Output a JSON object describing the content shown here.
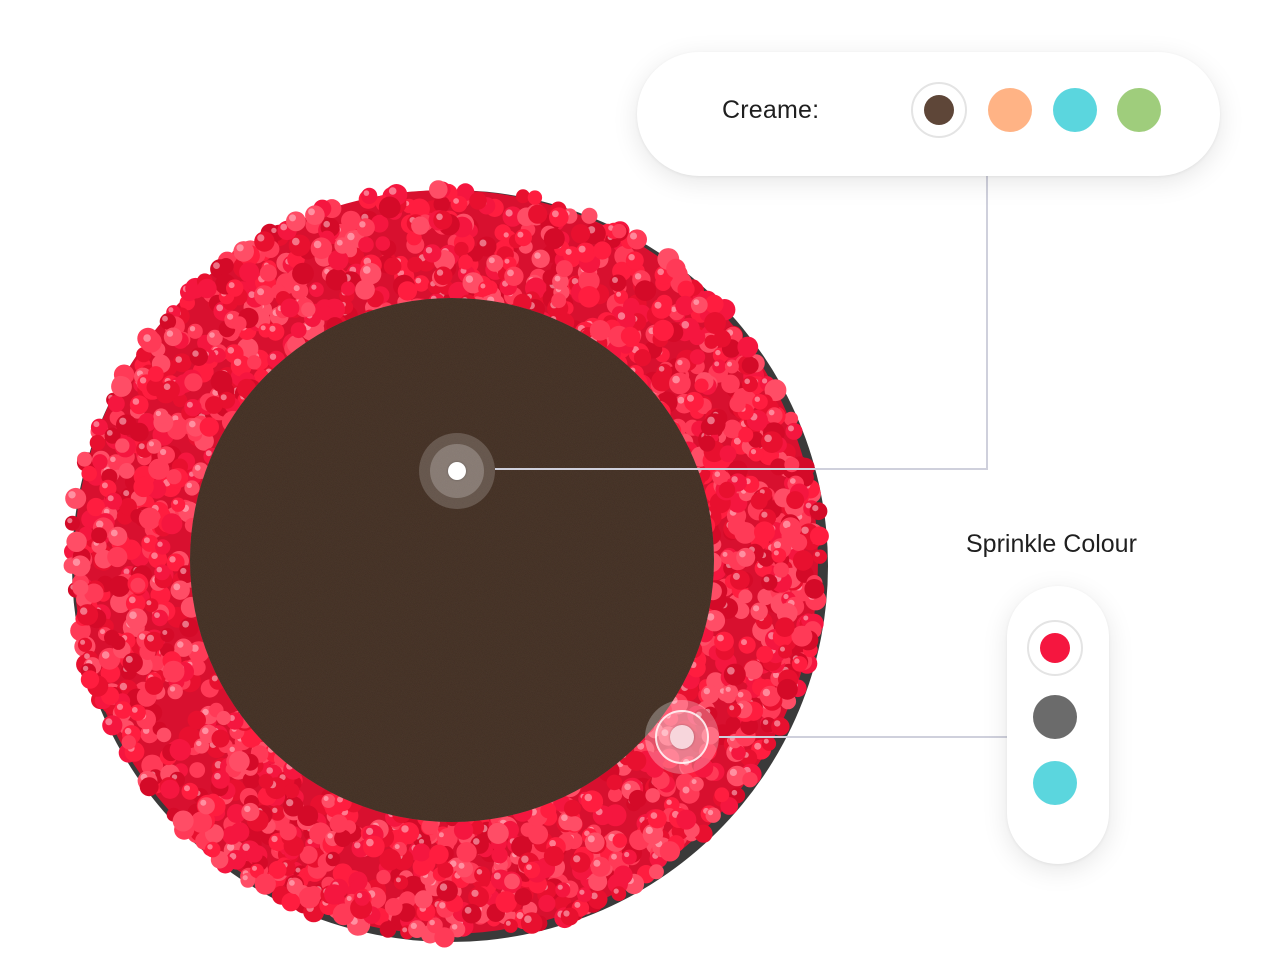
{
  "creame": {
    "label": "Creame:",
    "options": [
      {
        "name": "brown",
        "color": "#5e4638",
        "selected": true
      },
      {
        "name": "peach",
        "color": "#ffb385",
        "selected": false
      },
      {
        "name": "cyan",
        "color": "#5bd6de",
        "selected": false
      },
      {
        "name": "green",
        "color": "#9fcd7c",
        "selected": false
      }
    ]
  },
  "sprinkle": {
    "title": "Sprinkle Colour",
    "options": [
      {
        "name": "red",
        "color": "#f5163f",
        "selected": true
      },
      {
        "name": "grey",
        "color": "#6b6b6b",
        "selected": false
      },
      {
        "name": "cyan",
        "color": "#5bd6de",
        "selected": false
      }
    ]
  },
  "cake": {
    "cream_color": "#4e3a2e",
    "sprinkle_color": "#f5163f",
    "base_color": "#3a3a3a"
  },
  "connector_color": "#cfd0dc"
}
